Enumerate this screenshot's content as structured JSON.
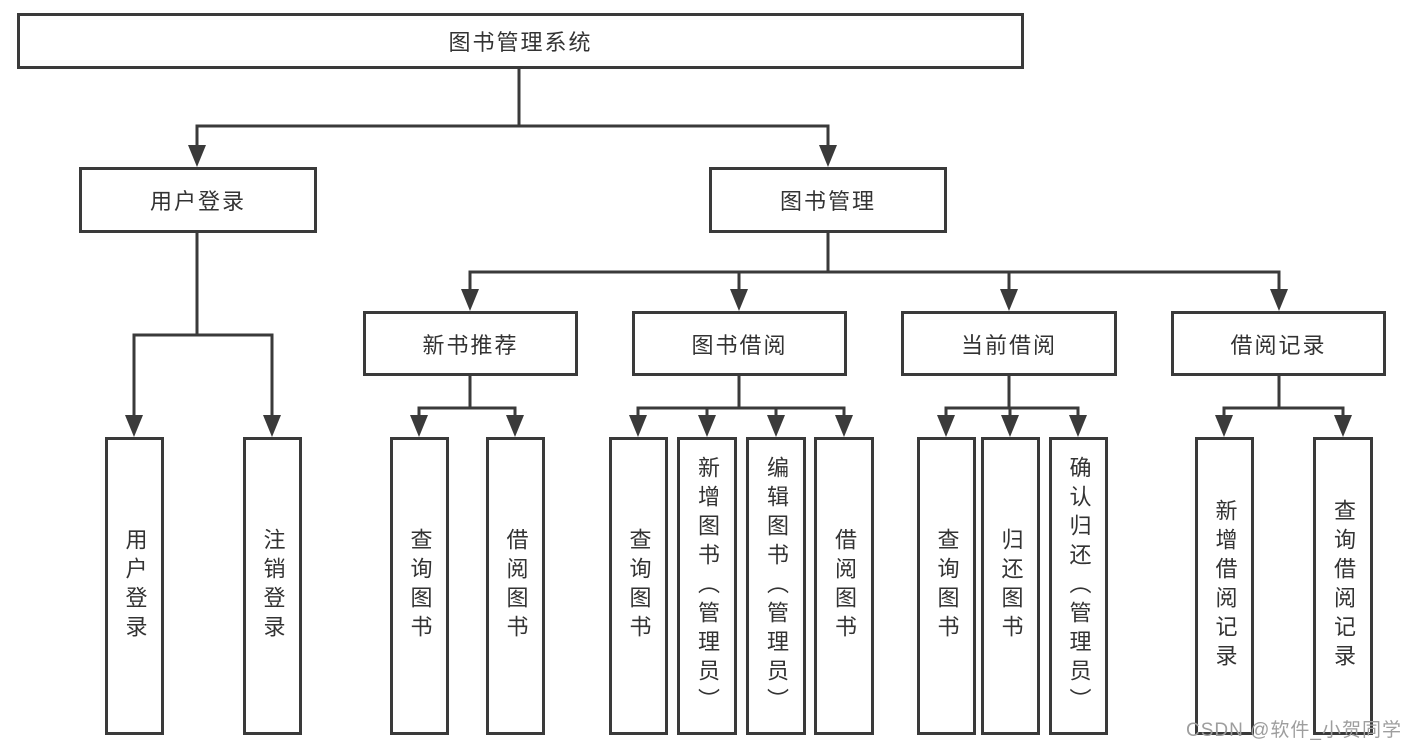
{
  "diagram_title": "图书管理系统",
  "colors": {
    "line": "#3a3a3a",
    "box_border": "#3a3a3a",
    "box_background": "#ffffff",
    "text": "#333333",
    "watermark": "#9e9e9e"
  },
  "nodes": {
    "root": {
      "label": "图书管理系统"
    },
    "level2": {
      "user_login": {
        "label": "用户登录"
      },
      "book_management": {
        "label": "图书管理"
      }
    },
    "level3": {
      "new_book_recommend": {
        "label": "新书推荐"
      },
      "book_borrowing": {
        "label": "图书借阅"
      },
      "current_borrowing": {
        "label": "当前借阅"
      },
      "borrowing_records": {
        "label": "借阅记录"
      }
    },
    "leaves": {
      "user_login": [
        "用户登录",
        "注销登录"
      ],
      "new_book_recommend": [
        "查询图书",
        "借阅图书"
      ],
      "book_borrowing": [
        "查询图书",
        "新增图书（管理员）",
        "编辑图书（管理员）",
        "借阅图书"
      ],
      "current_borrowing": [
        "查询图书",
        "归还图书",
        "确认归还（管理员）"
      ],
      "borrowing_records": [
        "新增借阅记录",
        "查询借阅记录"
      ]
    }
  },
  "watermark": {
    "text": "CSDN @软件_小贺同学"
  }
}
